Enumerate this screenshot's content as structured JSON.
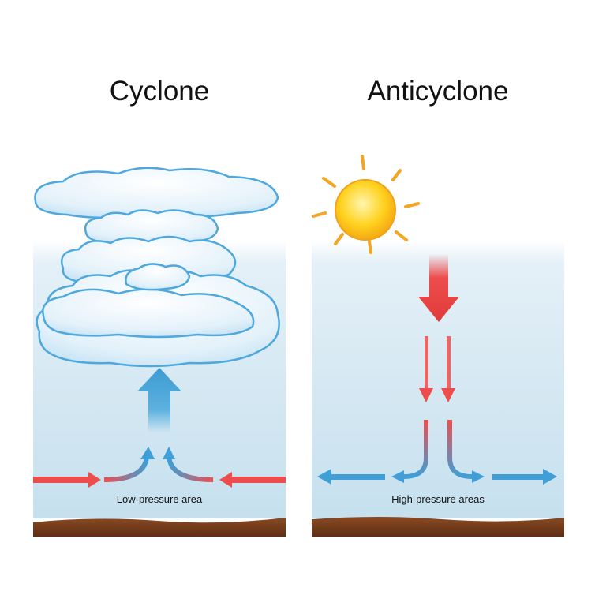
{
  "cyclone": {
    "title": "Cyclone",
    "area_label": "Low-pressure area"
  },
  "anticyclone": {
    "title": "Anticyclone",
    "area_label": "High-pressure areas"
  },
  "colors": {
    "sky_top": "#ffffff",
    "sky_bottom": "#c9e2ef",
    "warm_arrow": "#ee4d4d",
    "cool_arrow": "#3f9fd6",
    "ground": "#7a3f1d",
    "sun": "#ffd21f",
    "sun_rays": "#f3a623",
    "cloud_fill": "#e6f3fa",
    "cloud_edge": "#5aaee0"
  },
  "icons": {
    "sun": "sun-icon",
    "cloud": "cloud-icon"
  }
}
